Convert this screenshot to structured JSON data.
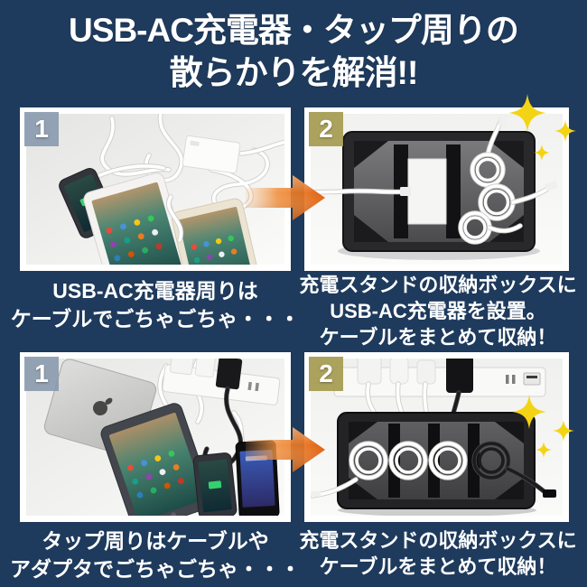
{
  "title": {
    "line1": "USB-AC充電器・タップ周りの",
    "line2": "散らかりを解消!!"
  },
  "colors": {
    "background": "#1e3a5c",
    "text": "#ffffff",
    "panel_frame": "#ffffff",
    "badge_before": "#8697ac",
    "badge_after": "#a89e56",
    "arrow_light": "#f59d4d",
    "arrow_dark": "#e05f0c",
    "sparkle": "#f3d414"
  },
  "icons": {
    "arrow": "orange right transition arrow",
    "sparkle": "yellow four-point sparkle",
    "badge": "step number square"
  },
  "panels": [
    {
      "badge": "1",
      "photo_alt": "smartphone and two tablets tangled in white cables around a USB-AC charger",
      "caption_lines": [
        "USB-AC充電器周りは",
        "ケーブルでごちゃごちゃ・・・"
      ]
    },
    {
      "badge": "2",
      "photo_alt": "USB-AC charger set inside black storage box with cables coiled neatly",
      "caption_lines": [
        "充電スタンドの収納ボックスに",
        "USB-AC充電器を設置。",
        "ケーブルをまとめて収納！"
      ]
    },
    {
      "badge": "1",
      "photo_alt": "laptop, tablet and phones tangled with adapters around a power strip",
      "caption_lines": [
        "タップ周りはケーブルや",
        "アダプタでごちゃごちゃ・・・"
      ]
    },
    {
      "badge": "2",
      "photo_alt": "power strip above black storage box with cables coiled neatly inside",
      "caption_lines": [
        "充電スタンドの収納ボックスに",
        "ケーブルをまとめて収納！"
      ]
    }
  ]
}
